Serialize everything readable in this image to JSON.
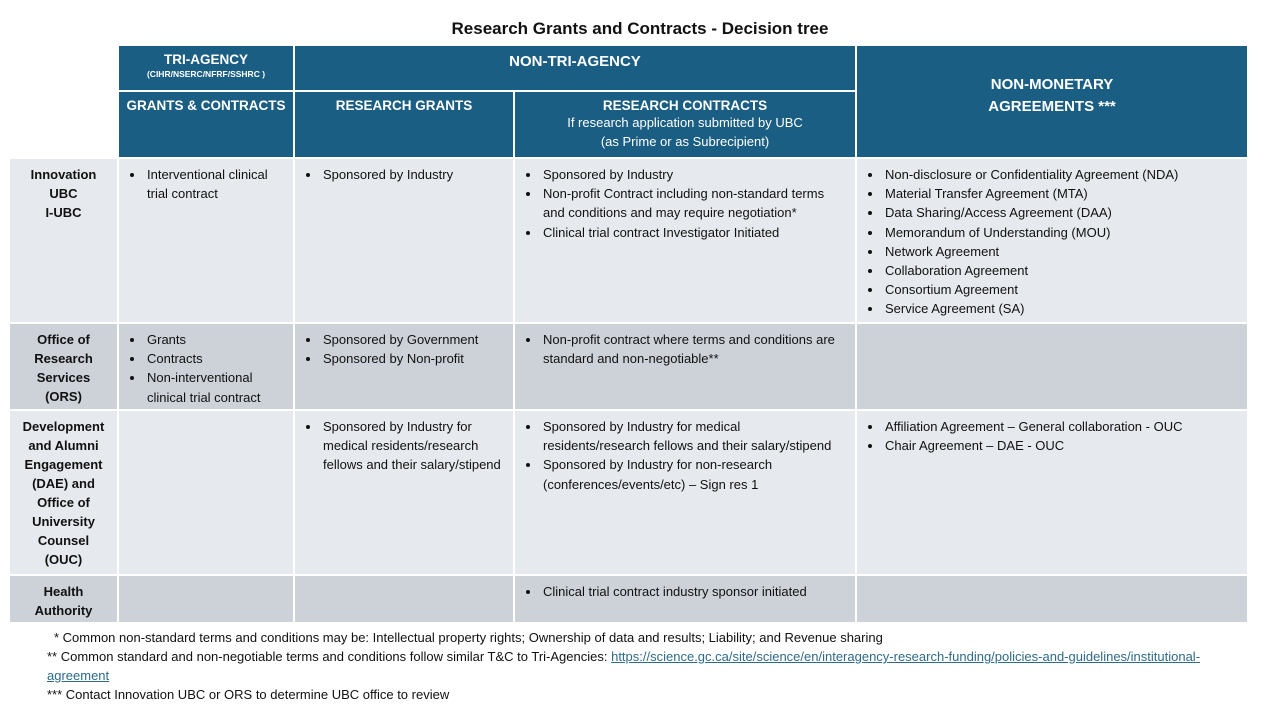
{
  "title": "Research Grants and Contracts - Decision tree",
  "header": {
    "tri_agency": "TRI-AGENCY",
    "tri_agency_sub": "(CIHR/NSERC/NFRF/SSHRC )",
    "non_tri_agency": "NON-TRI-AGENCY",
    "non_monetary_1": "NON-MONETARY",
    "non_monetary_2": "AGREEMENTS ***",
    "grants_contracts": "GRANTS & CONTRACTS",
    "research_grants": "RESEARCH GRANTS",
    "research_contracts": "RESEARCH CONTRACTS",
    "research_contracts_sub1": "If research application submitted by UBC",
    "research_contracts_sub2": "(as Prime or as Subrecipient)"
  },
  "rows": [
    {
      "label": [
        "Innovation",
        "UBC",
        "I-UBC"
      ],
      "tri": [
        "Interventional clinical trial contract"
      ],
      "grants": [
        "Sponsored by Industry"
      ],
      "contracts": [
        "Sponsored by Industry",
        "Non-profit Contract including non-standard terms and conditions and may require negotiation*",
        "Clinical trial contract Investigator Initiated"
      ],
      "nonmon": [
        "Non-disclosure or Confidentiality Agreement (NDA)",
        "Material Transfer Agreement (MTA)",
        "Data Sharing/Access Agreement (DAA)",
        "Memorandum of Understanding (MOU)",
        "Network Agreement",
        "Collaboration Agreement",
        "Consortium Agreement",
        "Service Agreement (SA)"
      ]
    },
    {
      "label": [
        "Office of",
        "Research",
        "Services",
        "(ORS)"
      ],
      "tri": [
        "Grants",
        "Contracts",
        "Non-interventional clinical trial contract"
      ],
      "grants": [
        "Sponsored by Government",
        "Sponsored by Non-profit"
      ],
      "contracts": [
        "Non-profit contract where terms and conditions are standard and non-negotiable**"
      ],
      "nonmon": []
    },
    {
      "label": [
        "Development",
        "and Alumni",
        "Engagement",
        "(DAE) and",
        "Office of",
        "University",
        "Counsel",
        "(OUC)"
      ],
      "tri": [],
      "grants": [
        "Sponsored by Industry for medical residents/research fellows and their salary/stipend"
      ],
      "contracts": [
        "Sponsored by Industry for medical residents/research fellows and their salary/stipend",
        "Sponsored by Industry for non-research (conferences/events/etc) – Sign res 1"
      ],
      "nonmon": [
        "Affiliation Agreement – General collaboration - OUC",
        "Chair Agreement – DAE - OUC"
      ]
    },
    {
      "label": [
        "Health",
        "Authority"
      ],
      "tri": [],
      "grants": [],
      "contracts": [
        "Clinical trial contract industry sponsor initiated"
      ],
      "nonmon": []
    }
  ],
  "footnotes": {
    "f1": "* Common non-standard terms and conditions may be: Intellectual property rights; Ownership of data and results; Liability; and Revenue sharing",
    "f2": "** Common standard and non-negotiable terms and conditions follow similar T&C to Tri-Agencies: ",
    "f2_link": "https://science.gc.ca/site/science/en/interagency-research-funding/policies-and-guidelines/institutional-agreement",
    "f3": "*** Contact Innovation UBC or ORS to determine UBC office to review"
  }
}
